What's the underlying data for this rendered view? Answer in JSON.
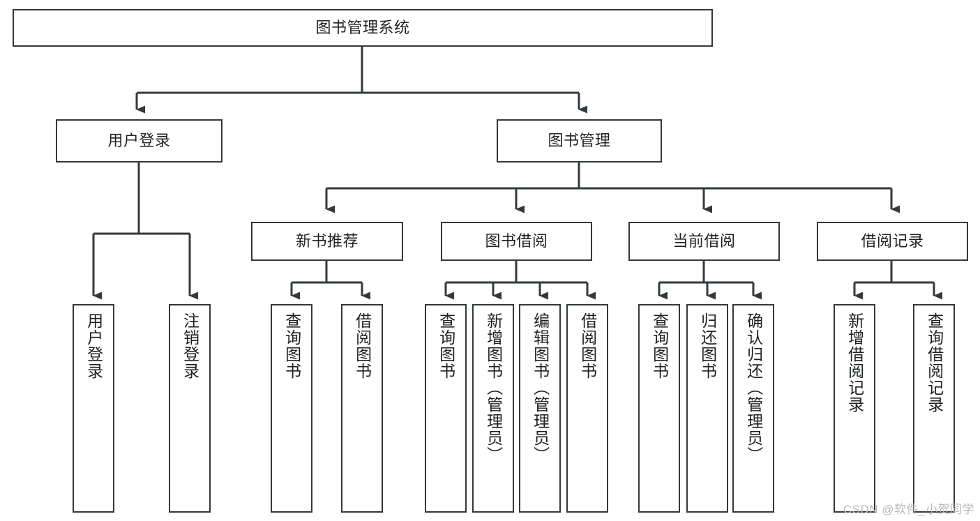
{
  "diagram": {
    "type": "tree-hierarchy-flowchart",
    "title": "图书管理系统",
    "orientation": "top-down",
    "colors": {
      "box_border": "#33383c",
      "box_fill": "#ffffff",
      "text": "#1e2124",
      "connector": "#33383c",
      "watermark": "#b9b9b9",
      "background": "#ffffff"
    }
  },
  "root": {
    "label": "图书管理系统"
  },
  "level1": [
    {
      "label": "用户登录"
    },
    {
      "label": "图书管理"
    }
  ],
  "level2": [
    {
      "label": "新书推荐"
    },
    {
      "label": "图书借阅"
    },
    {
      "label": "当前借阅"
    },
    {
      "label": "借阅记录"
    }
  ],
  "leaves": {
    "user_login": [
      {
        "label": "用户登录"
      },
      {
        "label": "注销登录"
      }
    ],
    "new_book_recommend": [
      {
        "label": "查询图书"
      },
      {
        "label": "借阅图书"
      }
    ],
    "book_borrow": [
      {
        "label": "查询图书"
      },
      {
        "label": "新增图书（管理员）"
      },
      {
        "label": "编辑图书（管理员）"
      },
      {
        "label": "借阅图书"
      }
    ],
    "current_borrow": [
      {
        "label": "查询图书"
      },
      {
        "label": "归还图书"
      },
      {
        "label": "确认归还（管理员）"
      }
    ],
    "borrow_record": [
      {
        "label": "新增借阅记录"
      },
      {
        "label": "查询借阅记录"
      }
    ]
  },
  "watermark": {
    "text": "CSDN @软件_小贺同学"
  }
}
